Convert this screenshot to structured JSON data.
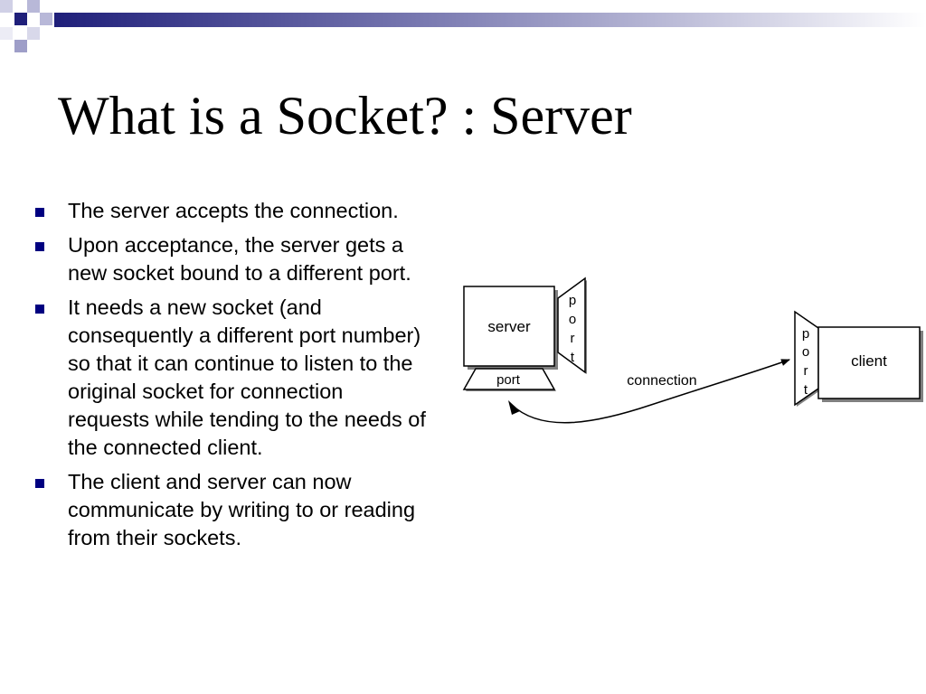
{
  "slide": {
    "title": "What is a Socket? : Server",
    "bullets": [
      "The server accepts the connection.",
      "Upon acceptance, the server gets a new socket bound to a different port.",
      "It needs a new socket (and consequently a different port number) so that it can continue to listen to the original socket for connection requests while tending to the needs of the connected client.",
      "The client and server can now communicate by writing to or reading from their sockets."
    ]
  },
  "diagram": {
    "server_label": "server",
    "server_port_letters": [
      "p",
      "o",
      "r",
      "t"
    ],
    "new_port_label": "port",
    "connection_label": "connection",
    "client_port_letters": [
      "p",
      "o",
      "r",
      "t"
    ],
    "client_label": "client"
  },
  "colors": {
    "accent": "#1f1f7a",
    "bullet": "#000080",
    "ink": "#000000",
    "shadow": "#808080"
  },
  "icons": {
    "bullet_marker": "square-bullet-icon",
    "corner_decoration": "corner-squares-icon"
  }
}
